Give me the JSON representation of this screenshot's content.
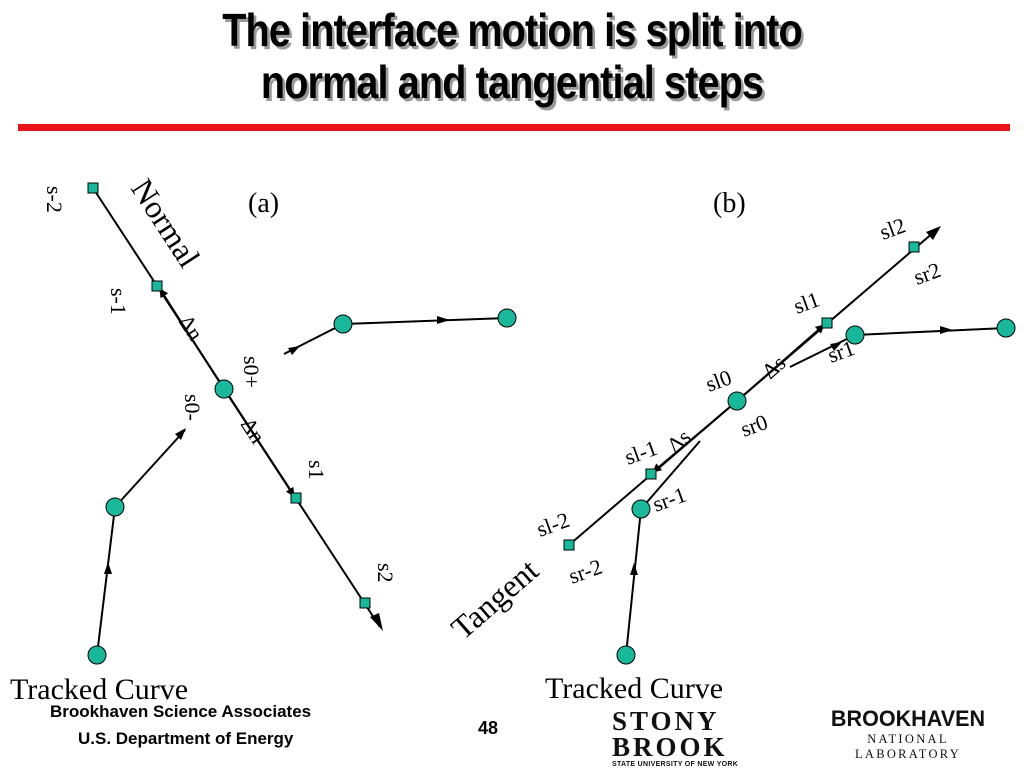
{
  "slide": {
    "title_line1": "The interface motion is split into",
    "title_line2": "normal and tangential steps",
    "accent_color": "#e8141a",
    "page_number": "48"
  },
  "footer": {
    "org_line1": "Brookhaven Science Associates",
    "org_line2": "U.S. Department of Energy"
  },
  "logos": {
    "stony_brook_line1": "STONY",
    "stony_brook_line2": "BROOK",
    "stony_brook_sub": "STATE UNIVERSITY OF NEW YORK",
    "brookhaven_name": "BROOKHAVEN",
    "brookhaven_sub": "NATIONAL LABORATORY"
  },
  "diagram": {
    "node_color": "#1ab89a",
    "panel_a": {
      "label": "(a)",
      "normal_label": "Normal",
      "tracked_curve_label": "Tracked Curve",
      "delta_n": "Δn",
      "points": {
        "s_m2": "s-2",
        "s_m1": "s-1",
        "s_0p": "s0+",
        "s_0m": "s0-",
        "s_1": "s1",
        "s_2": "s2"
      }
    },
    "panel_b": {
      "label": "(b)",
      "tangent_label": "Tangent",
      "tracked_curve_label": "Tracked Curve",
      "delta_s": "Δs",
      "points": {
        "sl2": "sl2",
        "sr2": "sr2",
        "sl1": "sl1",
        "sr1": "sr1",
        "sl0": "sl0",
        "sr0": "sr0",
        "slm1": "sl-1",
        "srm1": "sr-1",
        "slm2": "sl-2",
        "srm2": "sr-2"
      }
    }
  }
}
